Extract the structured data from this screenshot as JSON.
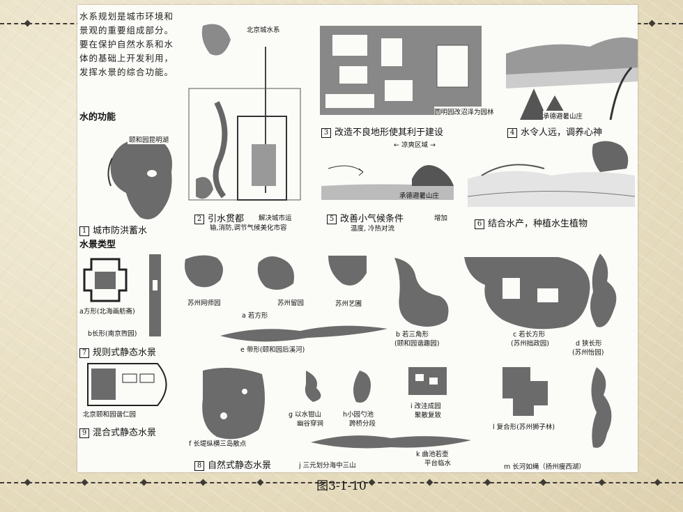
{
  "intro_text": "水系规划是城市环境和景观的重要组成部分。要在保护自然水系和水体的基础上开发利用，发挥水景的综合功能。",
  "sections": {
    "water_function": "水的功能",
    "water_types": "水景类型"
  },
  "function_panels": [
    {
      "num": "1",
      "title": "城市防洪蓄水",
      "note": "颐和园昆明湖"
    },
    {
      "num": "2",
      "title": "引水贯都",
      "sub1": "解决城市运",
      "sub2": "输,消防,调节气候美化市容",
      "map_label": "北京城水系"
    },
    {
      "num": "3",
      "title": "改造不良地形使其利于建设",
      "note": "圆明园改沼泽为园林"
    },
    {
      "num": "4",
      "title": "水令人远，调养心神",
      "note": "承德避暑山庄"
    },
    {
      "num": "5",
      "title": "改善小气候条件",
      "sub1": "增加",
      "sub2": "温度, 冷热对流",
      "note": "承德避暑山庄",
      "arrow": "← 凉爽区域 →"
    },
    {
      "num": "6",
      "title": "结合水产，种植水生植物"
    }
  ],
  "type_panels": [
    {
      "num": "7",
      "title": "规则式静态水景"
    },
    {
      "num": "8",
      "title": "自然式静态水景"
    },
    {
      "num": "9",
      "title": "混合式静态水景"
    }
  ],
  "labels": {
    "a_square": "a方形(北海画舫斋)",
    "b_long": "b长形(南京煦园)",
    "mix_caption": "北京颐和园谐仁园",
    "sz_shizi": "苏州网师园",
    "sz_liuyuan": "苏州留园",
    "sz_yipu": "苏州艺圃",
    "a_ruofang": "a  若方形",
    "b_ruosanjiao": "b  若三角形",
    "b_ruosanjiao_sub": "(颐和园谐趣园)",
    "c_ruochangfang": "c  若长方形",
    "c_ruochangfang_sub": "(苏州拙政园)",
    "d_xiachang": "d  狭长形",
    "d_xiachang_sub": "(苏州怡园)",
    "e_daixing": "e  带形(颐和园后溪河)",
    "f_changdi": "f  长堤纵横三岛散点",
    "g_shan": "g 以水钳山",
    "g_shan_sub": "幽谷穿涧",
    "h_xiaoyuan": "h小园勺池",
    "h_xiaoyuan_sub": "跨桥分段",
    "i_gaiwa": "i  改洼成园",
    "i_gaiwa_sub": "聚散复致",
    "j_sanyuan": "j  三元划分海中三山",
    "k_qiuchi": "k  曲池若壶",
    "k_qiuchi_sub": "平台临水",
    "l_fuhe": "l 复合形(苏州狮子林)",
    "m_changhe": "m  长河如绳（扬州瘦西湖）"
  },
  "figure_caption": "图3-1-10"
}
